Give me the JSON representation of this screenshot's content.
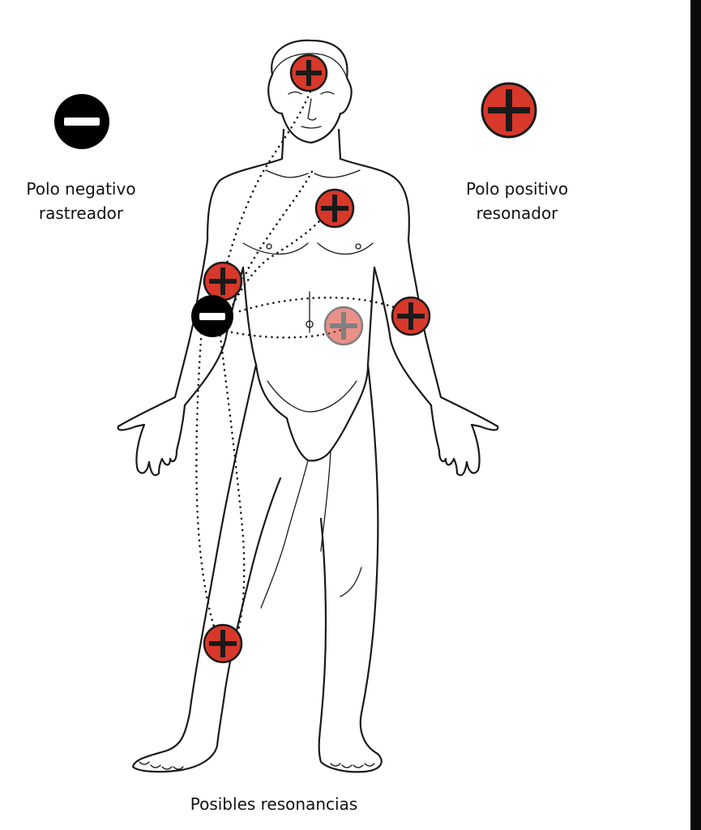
{
  "legend": {
    "negative_pole": {
      "line1": "Polo negativo",
      "line2": "rastreador",
      "icon": "minus-icon",
      "color": "#000000"
    },
    "positive_pole": {
      "line1": "Polo positivo",
      "line2": "resonador",
      "icon": "plus-icon",
      "color": "#d8382a"
    }
  },
  "caption": "Posibles resonancias",
  "colors": {
    "positive": "#d8382a",
    "negative": "#000000",
    "faded_positive": "#e89a8f",
    "outline": "#1a1a1a"
  }
}
